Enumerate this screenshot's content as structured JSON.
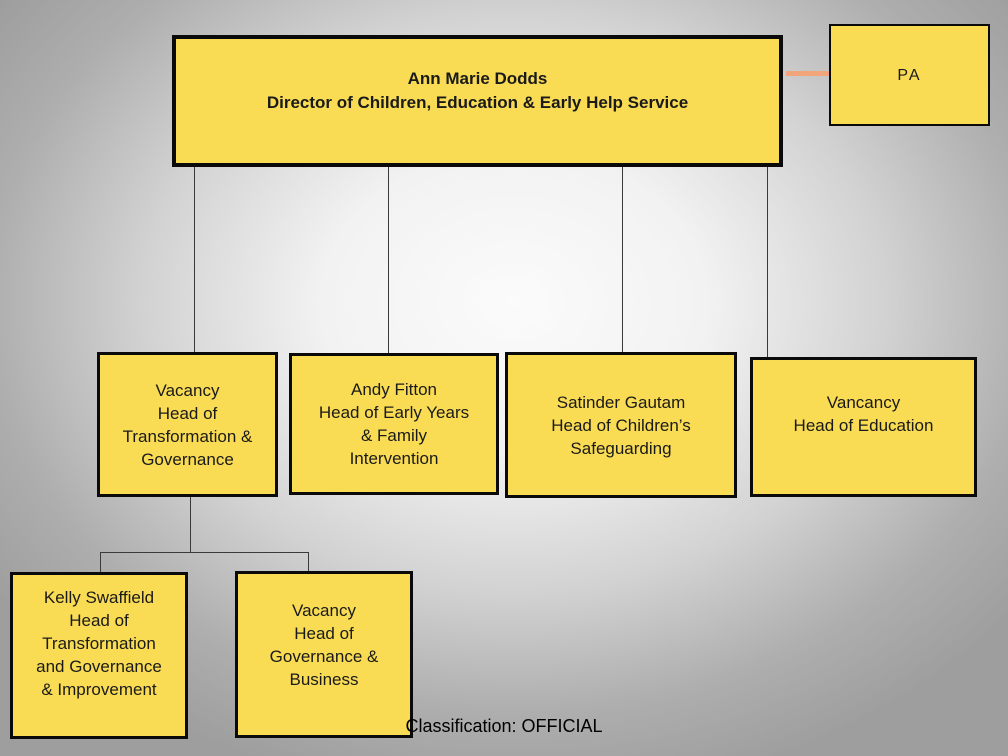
{
  "slide": {
    "kind": "org-chart"
  },
  "boxes": {
    "director": {
      "name": "Ann Marie Dodds",
      "title": "Director of Children, Education & Early Help Service"
    },
    "pa": {
      "label": "PA"
    },
    "row2": [
      {
        "lines": [
          "Vacancy",
          "Head of",
          "Transformation &",
          "Governance"
        ]
      },
      {
        "lines": [
          "Andy Fitton",
          "Head of Early Years",
          "& Family",
          "Intervention"
        ]
      },
      {
        "lines": [
          "Satinder Gautam",
          "Head of Children’s",
          "Safeguarding"
        ]
      },
      {
        "lines": [
          "Vancancy",
          "Head of Education"
        ]
      }
    ],
    "row3": [
      {
        "lines": [
          "Kelly Swaffield",
          "Head of",
          "Transformation",
          "and Governance",
          "& Improvement"
        ]
      },
      {
        "lines": [
          "Vacancy",
          "Head of",
          "Governance &",
          "Business"
        ]
      }
    ]
  },
  "footer": {
    "classification": "Classification: OFFICIAL"
  },
  "colors": {
    "box_fill": "#F9DC53",
    "box_border": "#0A0A0A",
    "connector_line": "#3A3A3A",
    "pa_connector_line": "#F2A47A",
    "text": "#1A1A1A"
  }
}
